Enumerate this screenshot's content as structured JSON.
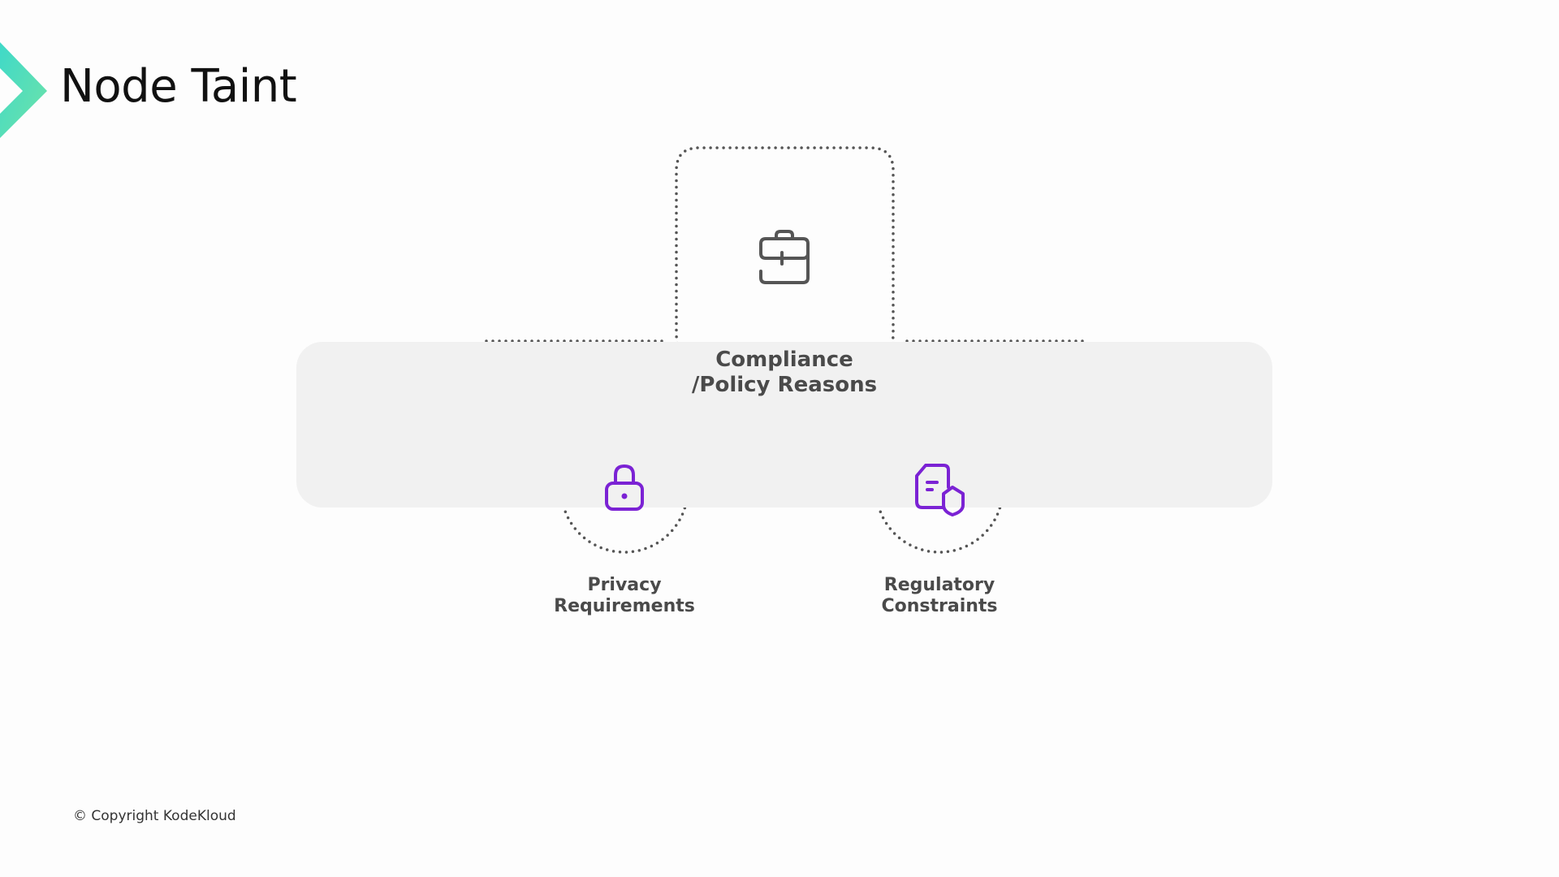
{
  "title": "Node Taint",
  "main": {
    "label_line1": "Compliance",
    "label_line2": "/Policy Reasons",
    "icon": "briefcase-icon"
  },
  "items": [
    {
      "line1": "Privacy",
      "line2": "Requirements",
      "icon": "lock-icon"
    },
    {
      "line1": "Regulatory",
      "line2": "Constraints",
      "icon": "document-shield-icon"
    }
  ],
  "footer": {
    "copyright": "© Copyright KodeKloud"
  },
  "colors": {
    "accent": "#7b22d4",
    "dots": "#555555",
    "panel": "#f1f1f1",
    "logo_start": "#3fd9c8",
    "logo_end": "#6fe3a8"
  }
}
